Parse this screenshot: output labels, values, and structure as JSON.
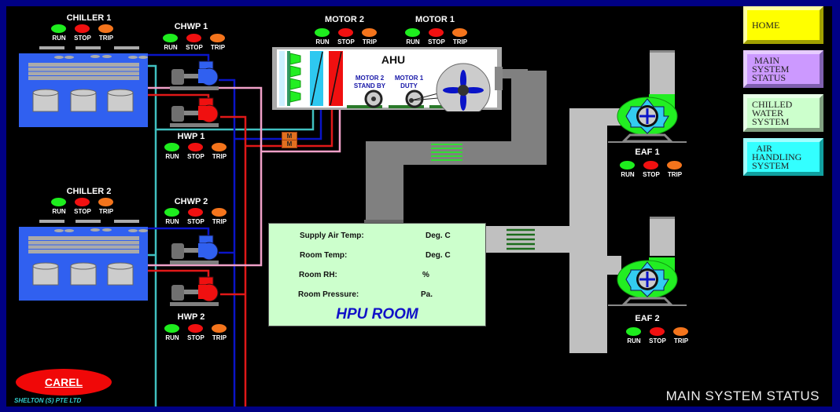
{
  "indicator_labels": {
    "run": "RUN",
    "stop": "STOP",
    "trip": "TRIP"
  },
  "colors": {
    "run": "#1eed1e",
    "stop": "#f01010",
    "trip": "#f4741c",
    "chilled_supply": "#0a14c8",
    "chilled_return": "#40c0c0",
    "hot_supply": "#e01818",
    "hot_return": "#f0a0c8",
    "duct_dark": "#808080",
    "duct_light": "#c0c0c0"
  },
  "equipment": {
    "chiller1": {
      "label": "CHILLER  1"
    },
    "chiller2": {
      "label": "CHILLER  2"
    },
    "chwp1": {
      "label": "CHWP 1"
    },
    "chwp2": {
      "label": "CHWP 2"
    },
    "hwp1": {
      "label": "HWP 1"
    },
    "hwp2": {
      "label": "HWP 2"
    },
    "motor2": {
      "label": "MOTOR 2"
    },
    "motor1": {
      "label": "MOTOR 1"
    },
    "eaf1": {
      "label": "EAF 1"
    },
    "eaf2": {
      "label": "EAF 2"
    }
  },
  "ahu": {
    "title": "AHU",
    "motor2_label": "MOTOR 2",
    "motor2_status": "STAND BY",
    "motor1_label": "MOTOR 1",
    "motor1_status": "DUTY",
    "valve_label": "M"
  },
  "hpu_room": {
    "title": "HPU ROOM",
    "readings": [
      {
        "label": "Supply Air Temp:",
        "value": "",
        "unit": "Deg. C"
      },
      {
        "label": "Room Temp:",
        "value": "",
        "unit": "Deg. C"
      },
      {
        "label": "Room RH:",
        "value": "",
        "unit": "%"
      },
      {
        "label": "Room Pressure:",
        "value": "",
        "unit": "Pa."
      }
    ]
  },
  "nav": [
    {
      "label": "HOME",
      "color": "#ffff00"
    },
    {
      "label": " MAIN\nSYSTEM\nSTATUS",
      "color": "#cc99ff"
    },
    {
      "label": "CHILLED\nWATER\nSYSTEM",
      "color": "#ccffcc"
    },
    {
      "label": "  AIR\nHANDLING\nSYSTEM",
      "color": "#33ffff"
    }
  ],
  "branding": {
    "logo": "CAREL",
    "company": "SHELTON (S) PTE LTD"
  },
  "page_title": "MAIN SYSTEM STATUS"
}
